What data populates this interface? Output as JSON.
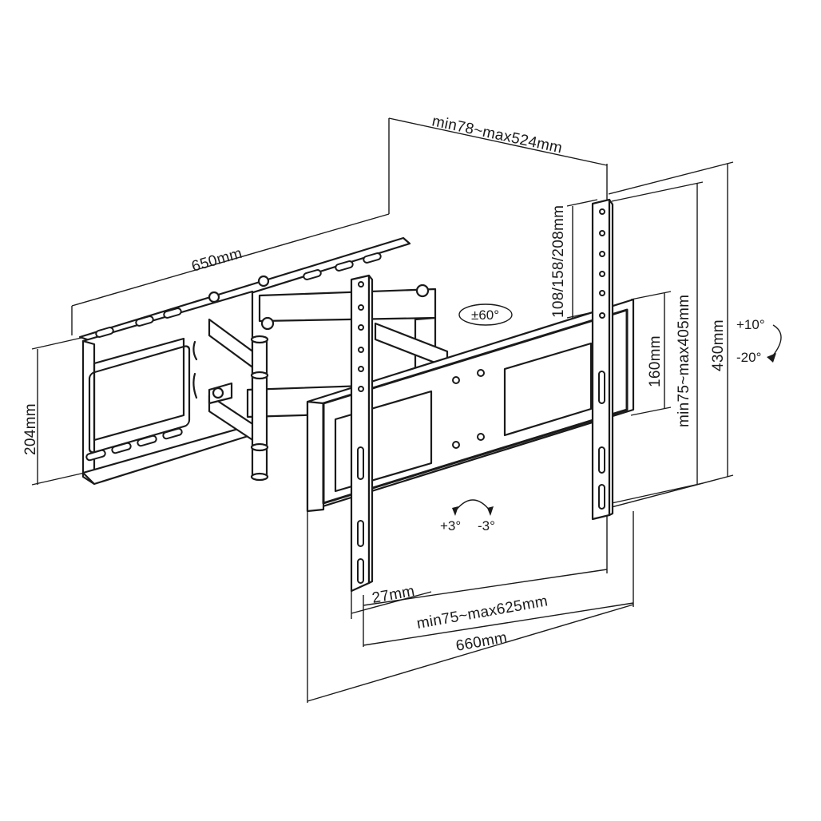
{
  "dimensions": {
    "arm_extension": "min78~max524mm",
    "wall_plate_width": "650mm",
    "wall_plate_height": "204mm",
    "vertical_hole_options": "108/158/208mm",
    "panel_height": "160mm",
    "vesa_vertical": "min75~max405mm",
    "overall_height": "430mm",
    "bracket_offset": "27mm",
    "vesa_horizontal": "min75~max625mm",
    "overall_width": "660mm"
  },
  "rotation": {
    "swivel": "±60°",
    "tilt_up": "+10°",
    "tilt_down": "-20°",
    "level_plus": "+3°",
    "level_minus": "-3°"
  }
}
